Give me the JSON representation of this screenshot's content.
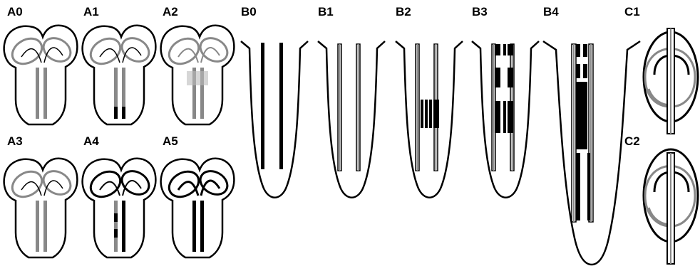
{
  "figure": {
    "labels": {
      "A0": "A0",
      "A1": "A1",
      "A2": "A2",
      "A3": "A3",
      "A4": "A4",
      "A5": "A5",
      "B0": "B0",
      "B1": "B1",
      "B2": "B2",
      "B3": "B3",
      "B4": "B4",
      "C1": "C1",
      "C2": "C2"
    },
    "colors": {
      "outline": "#000000",
      "gray": "#8a8a8a",
      "background": "#ffffff"
    }
  }
}
